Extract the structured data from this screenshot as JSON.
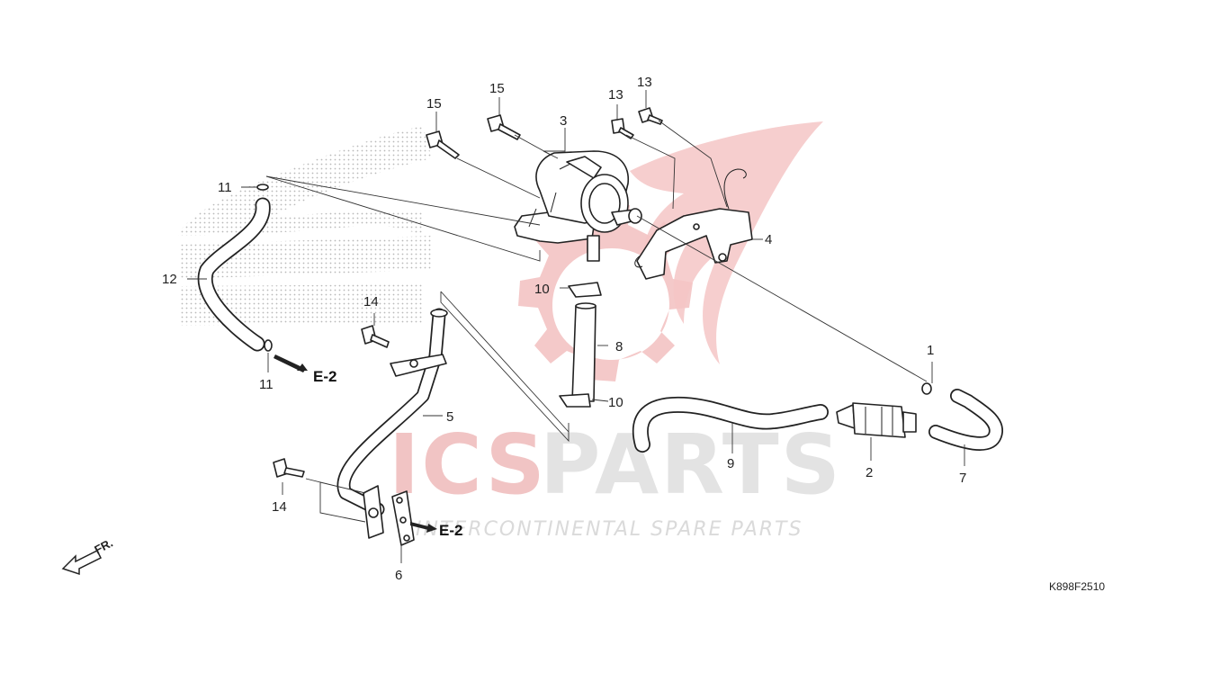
{
  "diagram": {
    "code": "K898F2510",
    "direction_label": "FR.",
    "references": [
      "E-2",
      "E-2"
    ],
    "parts": [
      "1",
      "2",
      "3",
      "4",
      "5",
      "6",
      "7",
      "8",
      "9",
      "10",
      "10",
      "11",
      "11",
      "12",
      "13",
      "13",
      "14",
      "14",
      "15",
      "15"
    ]
  },
  "watermark": {
    "brand_left": "ICS",
    "brand_right": "PARTS",
    "tagline": "INTERCONTINENTAL SPARE PARTS",
    "colors": {
      "wing": "#f4c6c6",
      "gear": "#f1bcbc",
      "text": "#e3e3e3",
      "dots": "#b9b9b9"
    }
  }
}
